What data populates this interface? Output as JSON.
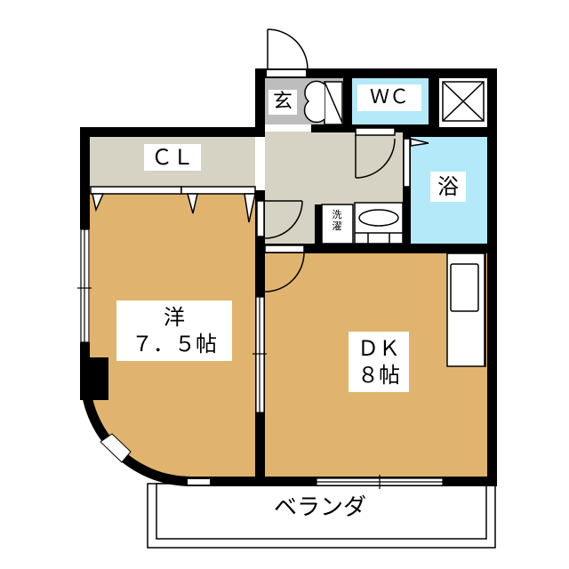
{
  "floorplan": {
    "colors": {
      "wall": "#000000",
      "wood_floor": "#e0b46e",
      "entry_floor": "#bdbdbd",
      "hall_floor": "#d6d3c4",
      "closet_floor": "#d6d3c4",
      "wet_area": "#b3e9f8",
      "background": "#ffffff"
    },
    "rooms": {
      "entrance": {
        "label": "玄"
      },
      "wc": {
        "label": "ＷＣ"
      },
      "closet": {
        "label": "ＣＬ"
      },
      "bath": {
        "label": "浴"
      },
      "washer": {
        "label": "洗\n濯"
      },
      "western_room": {
        "label": "洋\n７．５帖",
        "type": "洋",
        "size": "７．５帖"
      },
      "dk": {
        "label": "ＤＫ\n８帖",
        "type": "ＤＫ",
        "size": "８帖"
      },
      "veranda": {
        "label": "ベランダ"
      }
    }
  }
}
